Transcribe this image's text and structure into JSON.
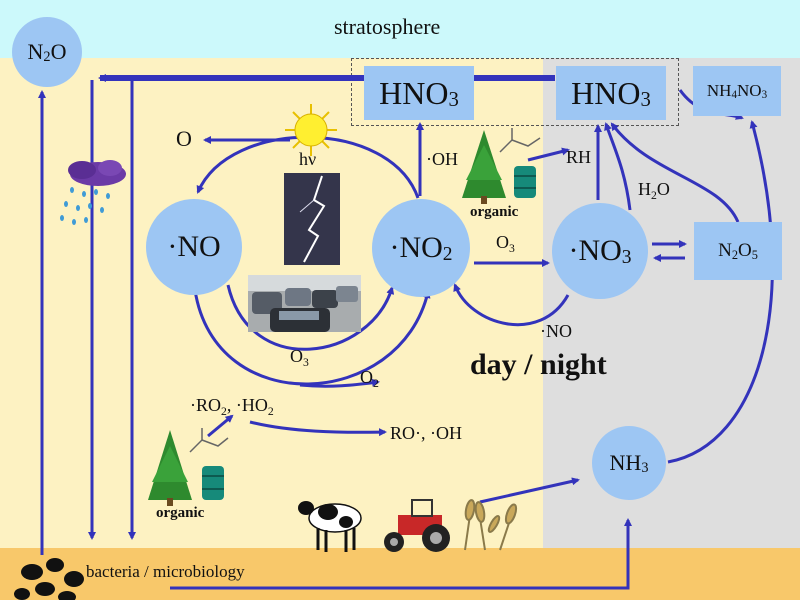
{
  "zones": {
    "stratosphere_label": "stratosphere",
    "day_night_label": "day / night",
    "ground_label": "bacteria / microbiology"
  },
  "species": {
    "n2o": {
      "main": "N",
      "sub": "2",
      "tail": "O"
    },
    "no": {
      "main": "·NO"
    },
    "no2": {
      "main": "·NO",
      "sub": "2"
    },
    "no3": {
      "main": "·NO",
      "sub": "3"
    },
    "hno3_day": {
      "main": "HNO",
      "sub": "3"
    },
    "hno3_night": {
      "main": "HNO",
      "sub": "3"
    },
    "nh4no3": {
      "main": "NH",
      "sub": "4",
      "tail": "NO",
      "sub2": "3"
    },
    "n2o5": {
      "main": "N",
      "sub": "2",
      "tail": "O",
      "sub2": "5"
    },
    "nh3": {
      "main": "NH",
      "sub": "3"
    }
  },
  "reactants": {
    "o_atom": "O",
    "hv": "hν",
    "oh": "·OH",
    "rh": "RH",
    "h2o": {
      "main": "H",
      "sub": "2",
      "tail": "O"
    },
    "o3_top": {
      "main": "O",
      "sub": "3"
    },
    "no_return": "·NO",
    "o3_bottom": {
      "main": "O",
      "sub": "3"
    },
    "o2": {
      "main": "O",
      "sub": "2"
    },
    "ro2_ho2": {
      "a": "·RO",
      "a_sub": "2",
      "b": ", ·HO",
      "b_sub": "2"
    },
    "ro_oh": "RO·, ·OH",
    "organic_top": "organic",
    "organic_bottom": "organic"
  },
  "colors": {
    "stratosphere": "#ccf9fb",
    "day_zone": "#fdf2c2",
    "night_zone": "#dedede",
    "ground": "#f8c86a",
    "node": "#9dc6f3",
    "arrow": "#3333bb"
  }
}
